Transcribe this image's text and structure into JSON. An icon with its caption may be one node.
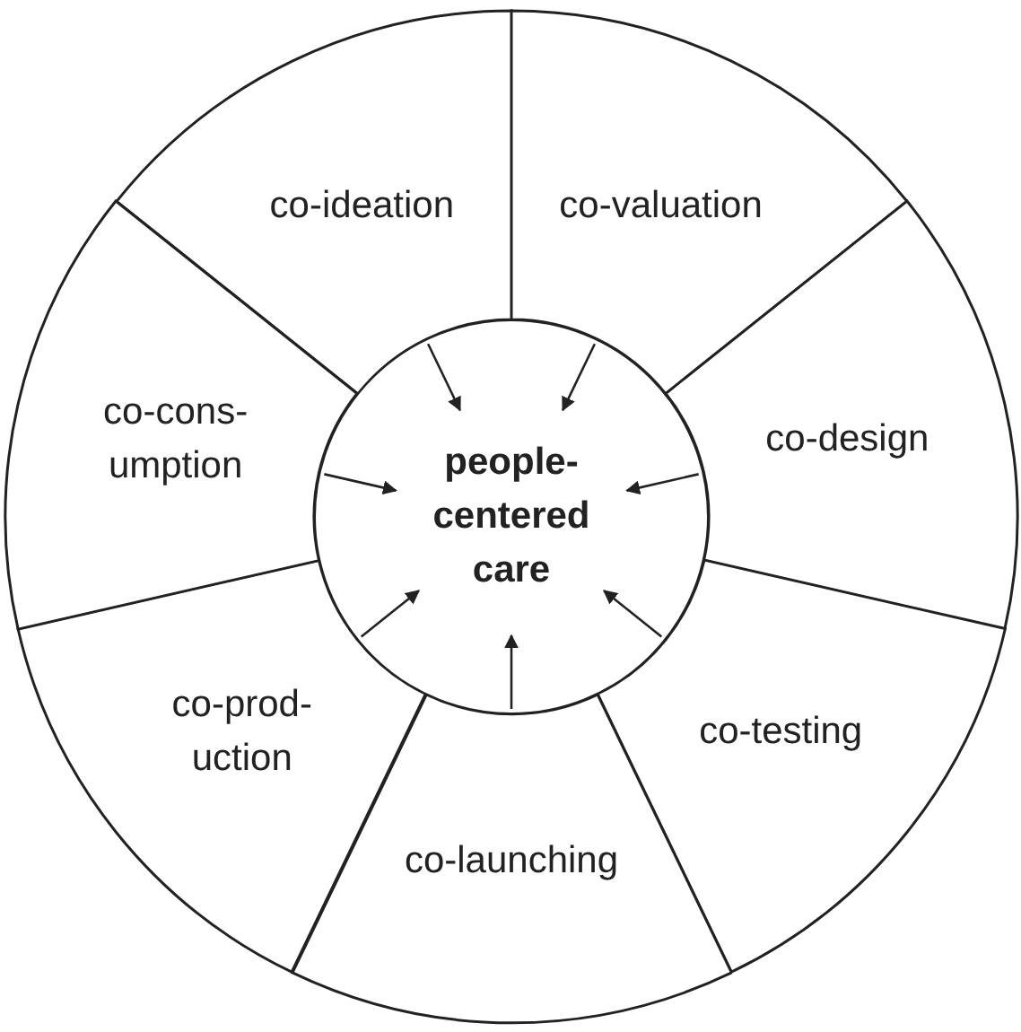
{
  "diagram": {
    "nodes": [
      {
        "text": [
          "co-ideation"
        ]
      },
      {
        "text": [
          "co-valuation"
        ]
      },
      {
        "text": [
          "co-design"
        ]
      },
      {
        "text": [
          "co-testing"
        ]
      },
      {
        "text": [
          "co-launching"
        ]
      },
      {
        "text": [
          "co-prod- uction"
        ]
      },
      {
        "text": [
          "co-cons- umption"
        ]
      },
      {
        "text": [
          "people-centered care"
        ]
      }
    ],
    "edges": [
      {
        "from": 0,
        "to": 7,
        "arrow": "to"
      },
      {
        "from": 1,
        "to": 7,
        "arrow": "to"
      },
      {
        "from": 2,
        "to": 7,
        "arrow": "to"
      },
      {
        "from": 3,
        "to": 7,
        "arrow": "to"
      },
      {
        "from": 4,
        "to": 7,
        "arrow": "to"
      },
      {
        "from": 5,
        "to": 7,
        "arrow": "to"
      },
      {
        "from": 6,
        "to": 7,
        "arrow": "to"
      }
    ]
  }
}
